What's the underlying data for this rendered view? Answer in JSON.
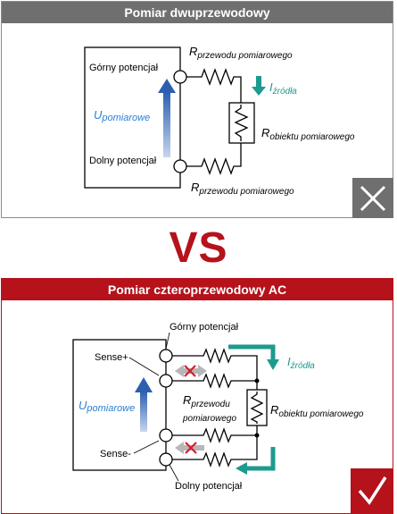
{
  "top_panel": {
    "title": "Pomiar dwuprzewodowy",
    "upper_terminal": "Górny potencjał",
    "lower_terminal": "Dolny potencjał",
    "voltage_symbol": "U",
    "voltage_sub": "pomiarowe",
    "wire_r_symbol": "R",
    "wire_r_sub": "przewodu pomiarowego",
    "current_symbol": "I",
    "current_sub": "źródła",
    "object_r_symbol": "R",
    "object_r_sub": "obiektu pomiarowego",
    "badge_icon": "x-mark-icon"
  },
  "vs_label": "VS",
  "bottom_panel": {
    "title": "Pomiar czteroprzewodowy AC",
    "upper_terminal": "Górny potencjał",
    "lower_terminal": "Dolny potencjał",
    "sense_plus": "Sense+",
    "sense_minus": "Sense-",
    "voltage_symbol": "U",
    "voltage_sub": "pomiarowe",
    "wire_r_symbol": "R",
    "wire_r_sub_1": "przewodu",
    "wire_r_sub_2": "pomiarowego",
    "current_symbol": "I",
    "current_sub": "źródła",
    "object_r_symbol": "R",
    "object_r_sub": "obiektu pomiarowego",
    "badge_icon": "check-mark-icon"
  },
  "colors": {
    "header_gray": "#6f6f6f",
    "header_red": "#b5121b",
    "vs_red": "#b5121b",
    "teal": "#1e9a8f",
    "blue_arrow": "#2d5fb0",
    "voltage_text": "#2a7fd4",
    "cross_red": "#d21f2b",
    "badge_gray": "#6f6f6f"
  }
}
